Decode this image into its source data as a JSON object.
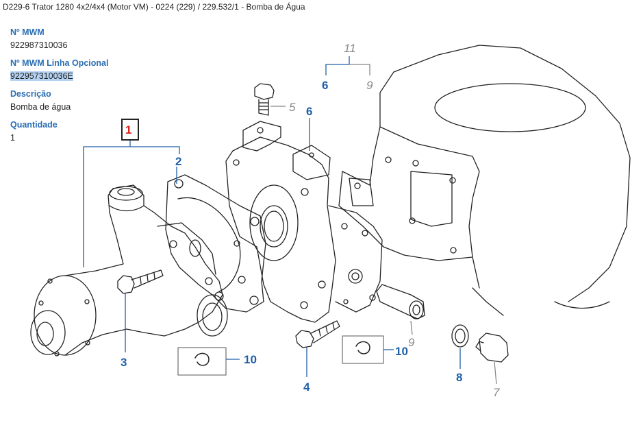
{
  "header": {
    "title": "D229-6 Trator 1280 4x2/4x4 (Motor VM) - 0224 (229)  /  229.532/1 - Bomba de Água"
  },
  "details": {
    "mwm_label": "Nº MWM",
    "mwm_value": "922987310036",
    "optional_label": "Nº MWM Linha Opcional",
    "optional_value": "922957310036E",
    "description_label": "Descrição",
    "description_value": "Bomba de água",
    "quantity_label": "Quantidade",
    "quantity_value": "1"
  },
  "diagram": {
    "callouts": {
      "c1": "1",
      "c2": "2",
      "c3": "3",
      "c4": "4",
      "c5": "5",
      "c6_top": "6",
      "c6_bracket": "6",
      "c7": "7",
      "c8": "8",
      "c9_bracket": "9",
      "c9": "9",
      "c10_left": "10",
      "c10_right": "10",
      "c11": "11"
    },
    "colors": {
      "active": "#1f5fa8",
      "inactive": "#888888",
      "selected": "#e0201a"
    }
  }
}
